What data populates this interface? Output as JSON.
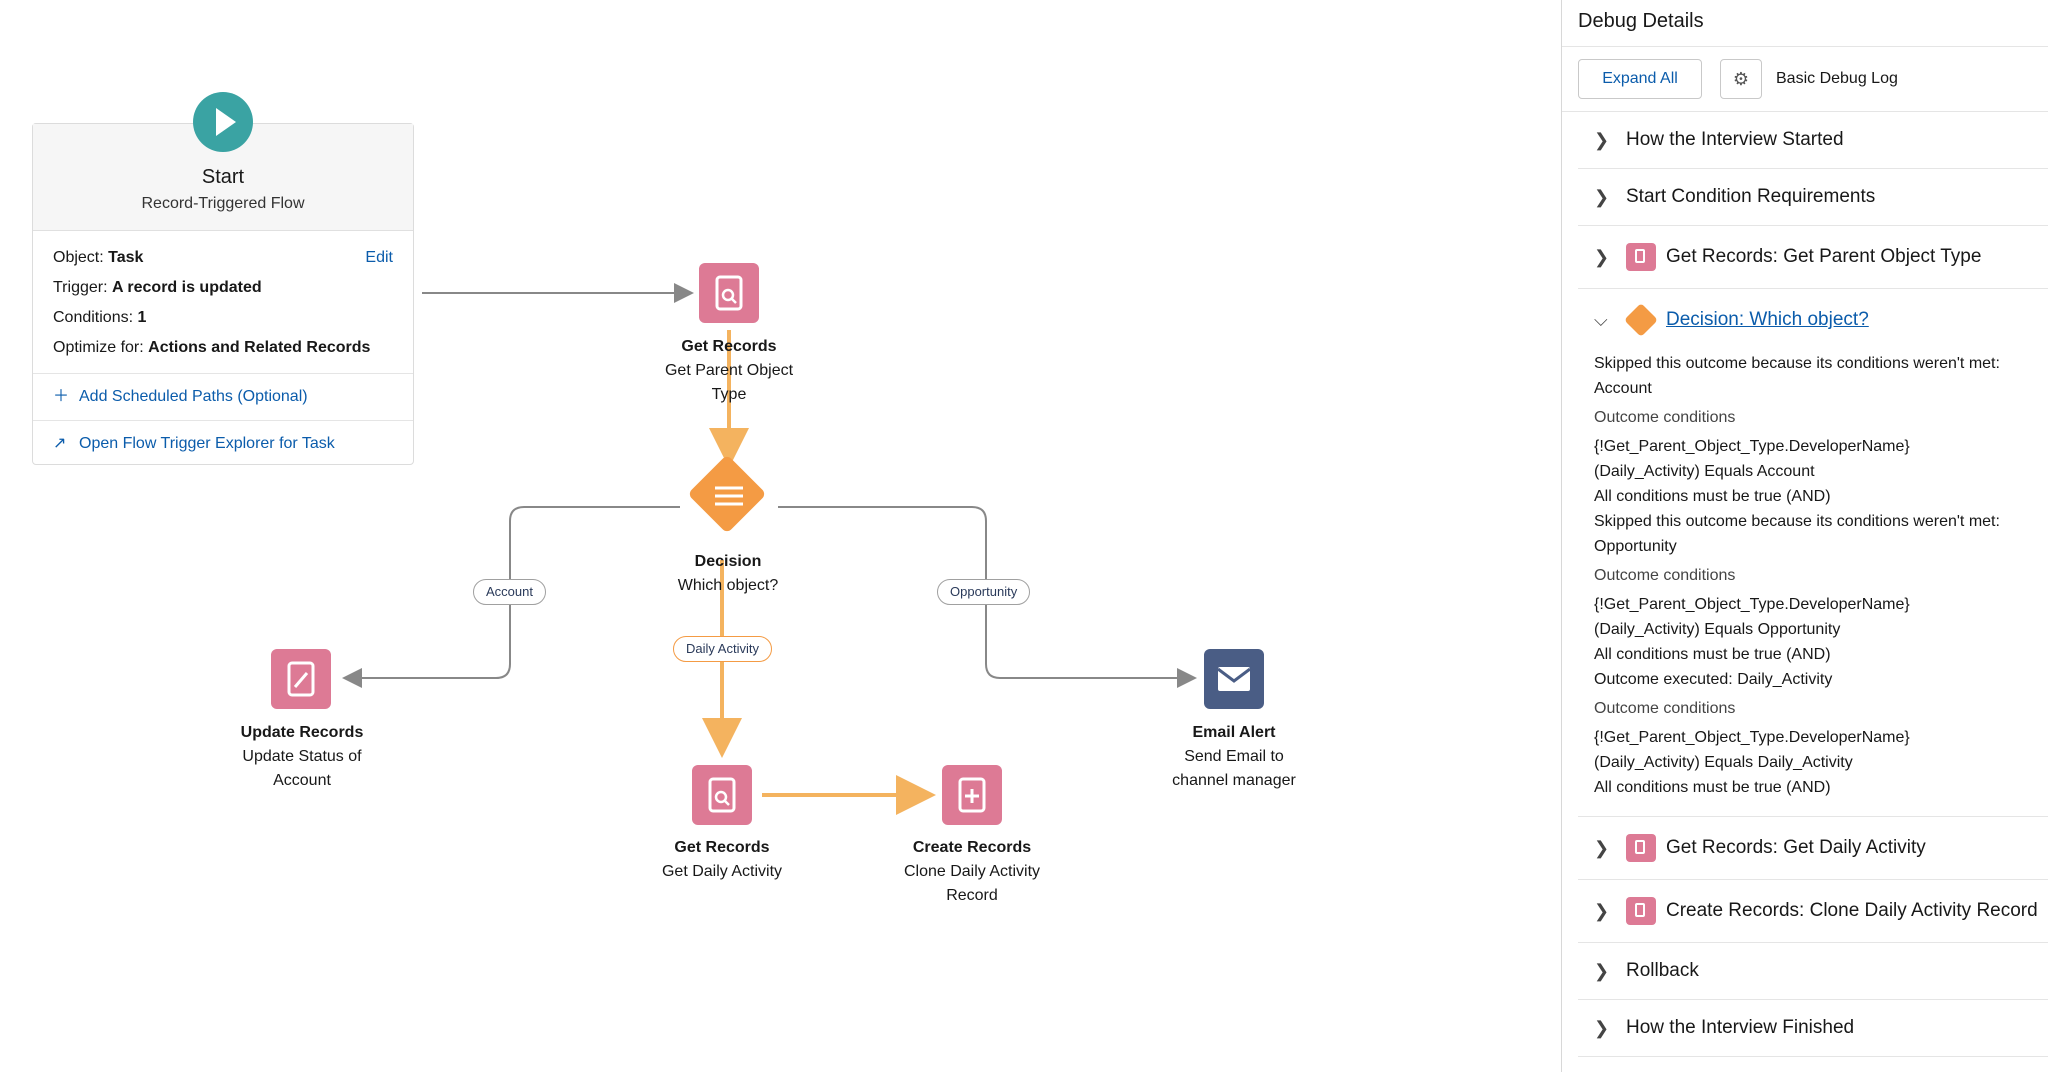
{
  "start": {
    "title": "Start",
    "subtitle": "Record-Triggered Flow",
    "object_label": "Object:",
    "object_value": "Task",
    "edit_label": "Edit",
    "trigger_label": "Trigger:",
    "trigger_value": "A record is updated",
    "conditions_label": "Conditions:",
    "conditions_value": "1",
    "optimize_label": "Optimize for:",
    "optimize_value": "Actions and Related Records",
    "add_paths": "Add Scheduled Paths (Optional)",
    "open_explorer": "Open Flow Trigger Explorer for Task"
  },
  "nodes": {
    "get_parent": {
      "title": "Get Records",
      "line1": "Get Parent Object",
      "line2": "Type"
    },
    "decision": {
      "title": "Decision",
      "line1": "Which object?"
    },
    "update": {
      "title": "Update Records",
      "line1": "Update Status of",
      "line2": "Account"
    },
    "get_daily": {
      "title": "Get Records",
      "line1": "Get Daily Activity"
    },
    "create": {
      "title": "Create Records",
      "line1": "Clone Daily Activity",
      "line2": "Record"
    },
    "email": {
      "title": "Email Alert",
      "line1": "Send Email to",
      "line2": "channel manager"
    }
  },
  "pills": {
    "account": "Account",
    "opportunity": "Opportunity",
    "daily": "Daily Activity"
  },
  "panel": {
    "title": "Debug Details",
    "expand_all": "Expand All",
    "debug_mode": "Basic Debug Log",
    "sections": {
      "s1": "How the Interview Started",
      "s2": "Start Condition Requirements",
      "s3": "Get Records: Get Parent Object Type",
      "s4": "Decision: Which object?",
      "s5": "Get Records: Get Daily Activity",
      "s6": "Create Records: Clone Daily Activity Record",
      "s7": "Rollback",
      "s8": "How the Interview Finished"
    },
    "decision_lines": {
      "l1": "Skipped this outcome because its conditions weren't met:",
      "l2": "Account",
      "h1": "Outcome conditions",
      "l3": "{!Get_Parent_Object_Type.DeveloperName}",
      "l4": "(Daily_Activity) Equals Account",
      "l5": "All conditions must be true (AND)",
      "l6": "Skipped this outcome because its conditions weren't met:",
      "l7": "Opportunity",
      "h2": "Outcome conditions",
      "l8": "{!Get_Parent_Object_Type.DeveloperName}",
      "l9": "(Daily_Activity) Equals Opportunity",
      "l10": "All conditions must be true (AND)",
      "l11": "Outcome executed: Daily_Activity",
      "h3": "Outcome conditions",
      "l12": "{!Get_Parent_Object_Type.DeveloperName}",
      "l13": "(Daily_Activity) Equals Daily_Activity",
      "l14": "All conditions must be true (AND)"
    }
  },
  "colors": {
    "pink": "#dd7a95",
    "orange": "#f49b44",
    "navy": "#4a5d85",
    "link": "#0b5cab",
    "teal": "#3aa3a3"
  }
}
